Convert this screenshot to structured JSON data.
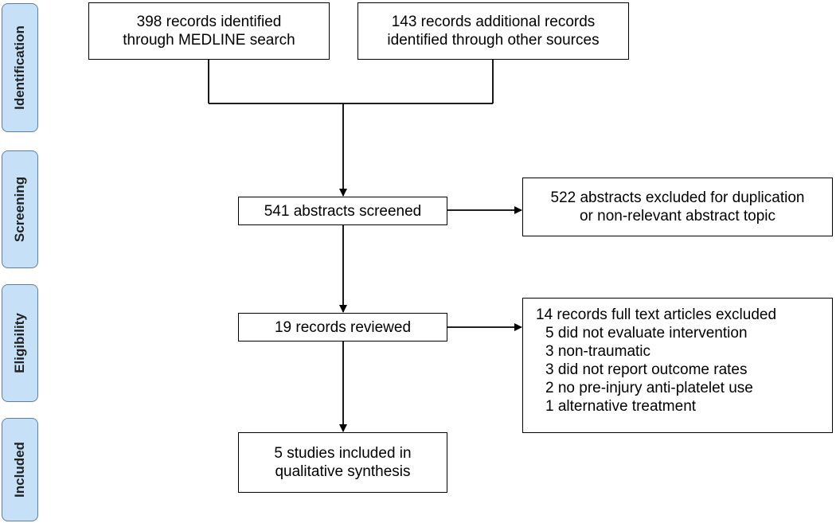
{
  "phases": [
    {
      "label": "Identification"
    },
    {
      "label": "Screening"
    },
    {
      "label": "Eligibility"
    },
    {
      "label": "Included"
    }
  ],
  "boxes": {
    "medline": [
      "398 records identified",
      "through MEDLINE search"
    ],
    "other": [
      "143 records additional records",
      "identified through other sources"
    ],
    "screened": [
      "541 abstracts screened"
    ],
    "excluded_abstracts": [
      "522 abstracts excluded for duplication",
      "or non-relevant abstract topic"
    ],
    "reviewed": [
      "19 records reviewed"
    ],
    "excluded_fulltext": {
      "title": "14 records full text articles excluded",
      "reasons": [
        "5 did not evaluate intervention",
        "3 non-traumatic",
        "3 did not report outcome rates",
        "2 no pre-injury anti-platelet use",
        "1 alternative treatment"
      ]
    },
    "included": [
      "5 studies included in",
      "qualitative synthesis"
    ]
  },
  "colors": {
    "phase_fill": "#c6e1f7",
    "phase_border": "#5b7fa6",
    "line": "#000000"
  }
}
